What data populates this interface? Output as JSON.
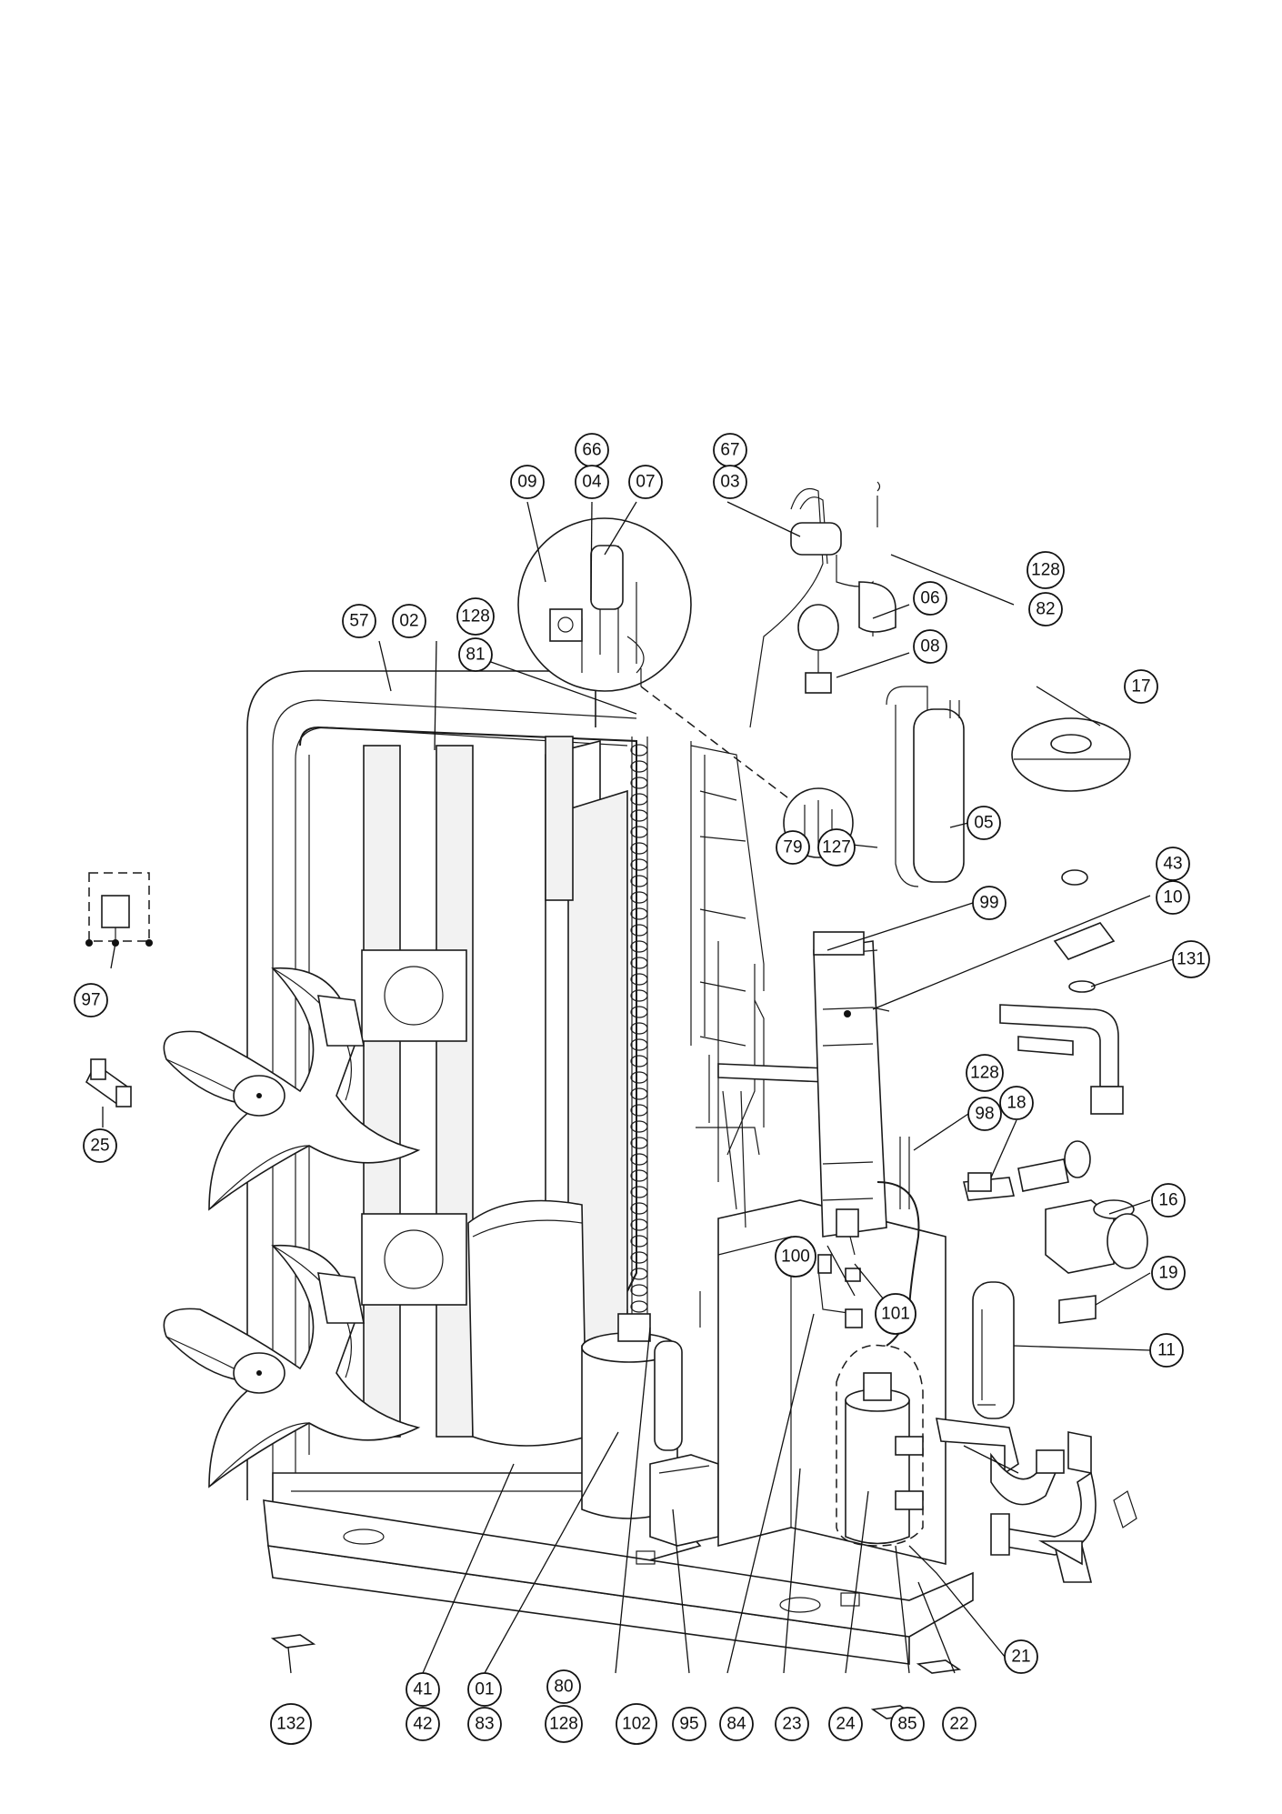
{
  "diagram": {
    "type": "exploded-parts-diagram",
    "callouts": [
      "66",
      "04",
      "09",
      "07",
      "67",
      "03",
      "128",
      "82",
      "06",
      "08",
      "57",
      "02",
      "128",
      "81",
      "17",
      "05",
      "79",
      "127",
      "43",
      "99",
      "10",
      "131",
      "97",
      "25",
      "128",
      "98",
      "18",
      "16",
      "100",
      "19",
      "101",
      "11",
      "21",
      "41",
      "42",
      "01",
      "83",
      "80",
      "128",
      "102",
      "95",
      "84",
      "23",
      "24",
      "85",
      "22",
      "132"
    ]
  }
}
